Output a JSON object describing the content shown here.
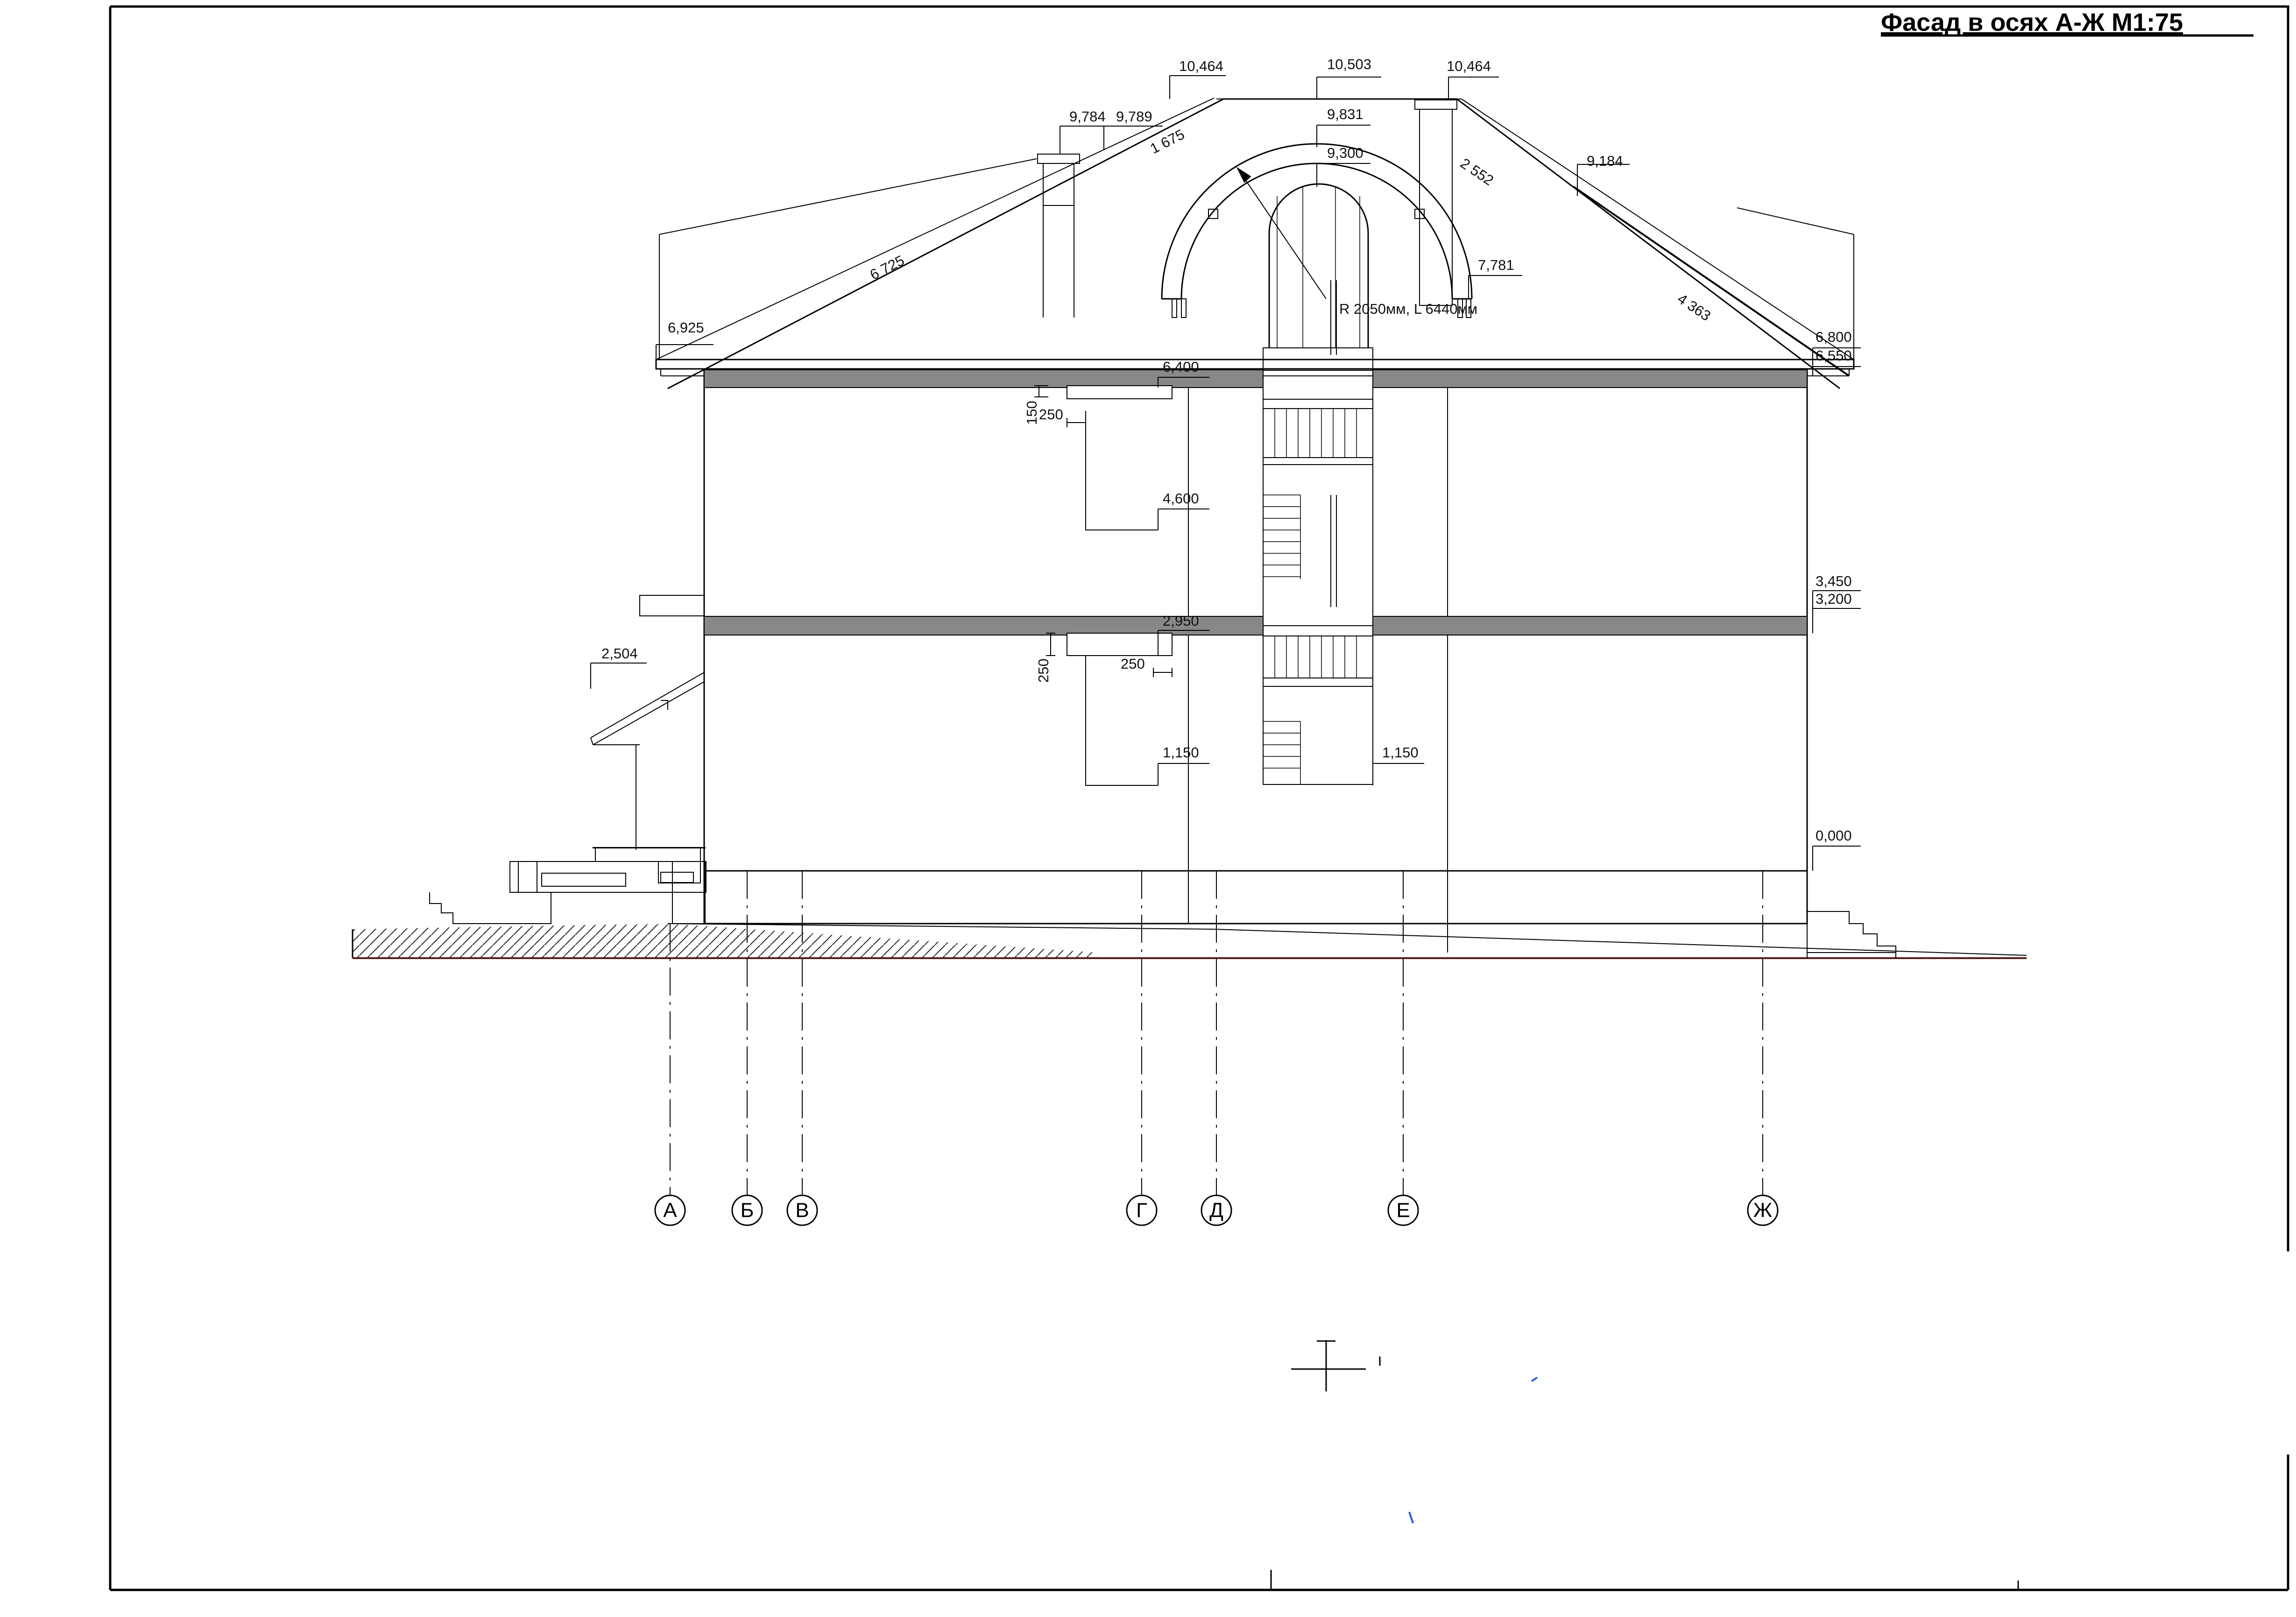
{
  "title": "Фасад в осях А-Ж  М1:75",
  "axes": [
    "А",
    "Б",
    "В",
    "Г",
    "Д",
    "Е",
    "Ж"
  ],
  "levels": {
    "ridge_left": "10,464",
    "ridge_center": "10,503",
    "ridge_right": "10,464",
    "chimney_l1": "9,784",
    "chimney_l2": "9,789",
    "arch_top": "9,831",
    "arch_inner": "9,300",
    "roof_right": "9,184",
    "arch_base": "7,781",
    "eave_left": "6,925",
    "eave_right_top": "6,800",
    "eave_right_bot": "6,550",
    "slab2_top": "6,400",
    "win2_bottom": "4,600",
    "slab1_r_top": "3,450",
    "slab1_r_bot": "3,200",
    "slab1_top": "2,950",
    "porch": "2,504",
    "win1_l": "1,150",
    "win1_r": "1,150",
    "zero": "0,000"
  },
  "dims": {
    "roof_l_main": "6 725",
    "roof_l_upper": "1 675",
    "roof_r_upper": "2 552",
    "roof_r_main": "4 363",
    "v150": "150",
    "h250_top": "250",
    "v250": "250",
    "h250_bot": "250",
    "arc_note": "R 2050мм, L 6440мм"
  }
}
